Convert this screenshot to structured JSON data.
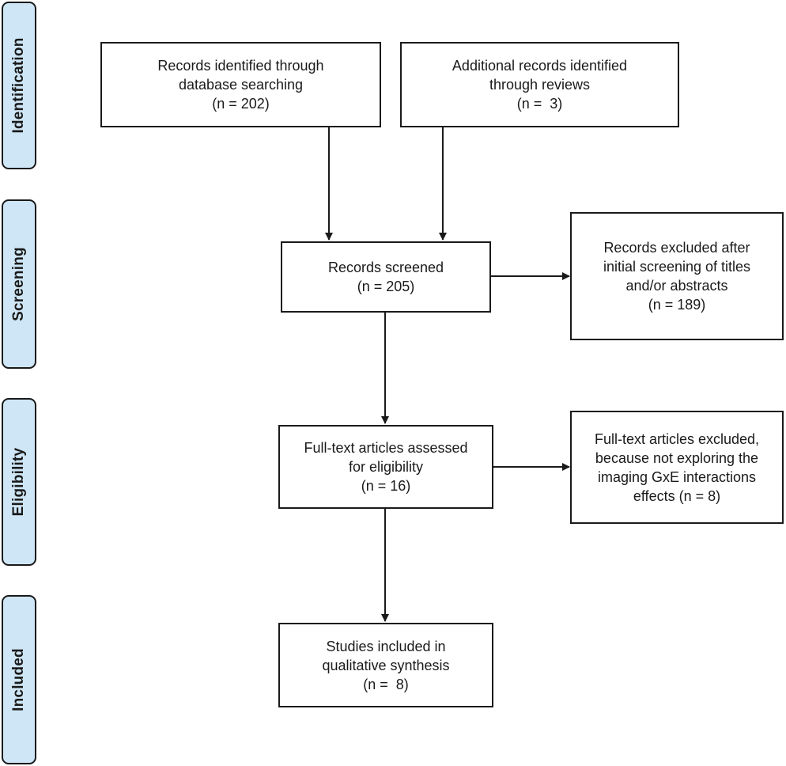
{
  "phases": {
    "identification": "Identification",
    "screening": "Screening",
    "eligibility": "Eligibility",
    "included": "Included"
  },
  "boxes": {
    "database_search": {
      "line1": "Records identified through",
      "line2": "database searching",
      "line3": "(n = 202)"
    },
    "additional_records": {
      "line1": "Additional records identified",
      "line2": "through reviews",
      "line3": "(n =  3)"
    },
    "records_screened": {
      "line1": "Records screened",
      "line2": "(n = 205)"
    },
    "records_excluded": {
      "line1": "Records excluded after",
      "line2": "initial screening of titles",
      "line3": "and/or abstracts",
      "line4": "(n = 189)"
    },
    "full_text_assessed": {
      "line1": "Full-text articles assessed",
      "line2": "for eligibility",
      "line3": "(n = 16)"
    },
    "full_text_excluded": {
      "line1": "Full-text articles excluded,",
      "line2": "because not exploring the",
      "line3": "imaging GxE interactions",
      "line4": "effects (n = 8)"
    },
    "studies_included": {
      "line1": "Studies included in",
      "line2": "qualitative synthesis",
      "line3": "(n =  8)"
    }
  }
}
